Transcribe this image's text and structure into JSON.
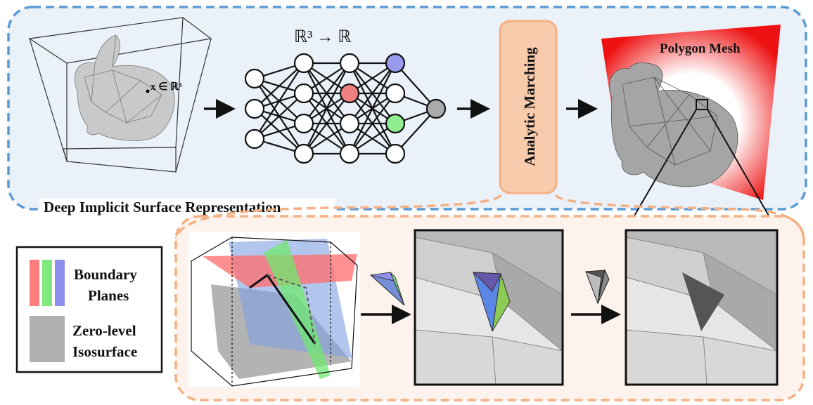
{
  "top_section": {
    "caption": "Deep Implicit Surface Representation",
    "point_label": "x ∈ ℝ³",
    "mapping_label": "ℝ³ → ℝ",
    "method_label": "Analytic Marching",
    "output_label": "Polygon Mesh"
  },
  "legend": {
    "boundary_line1": "Boundary",
    "boundary_line2": "Planes",
    "iso_line1": "Zero-level",
    "iso_line2": "Isosurface"
  },
  "colors": {
    "top_panel_fill": "#eaf1f9",
    "top_panel_border": "#5b9bd5",
    "bottom_panel_fill": "#fdf3ec",
    "bottom_panel_border": "#f4b183",
    "method_box_fill": "#f8cbad",
    "plane_red": "#ff6b6b",
    "plane_green": "#7fe87f",
    "plane_blue": "#8f8ff0",
    "node_red": "#f08080",
    "node_green": "#90ee90",
    "node_blue": "#9999ee",
    "node_output": "#aaaaaa"
  }
}
